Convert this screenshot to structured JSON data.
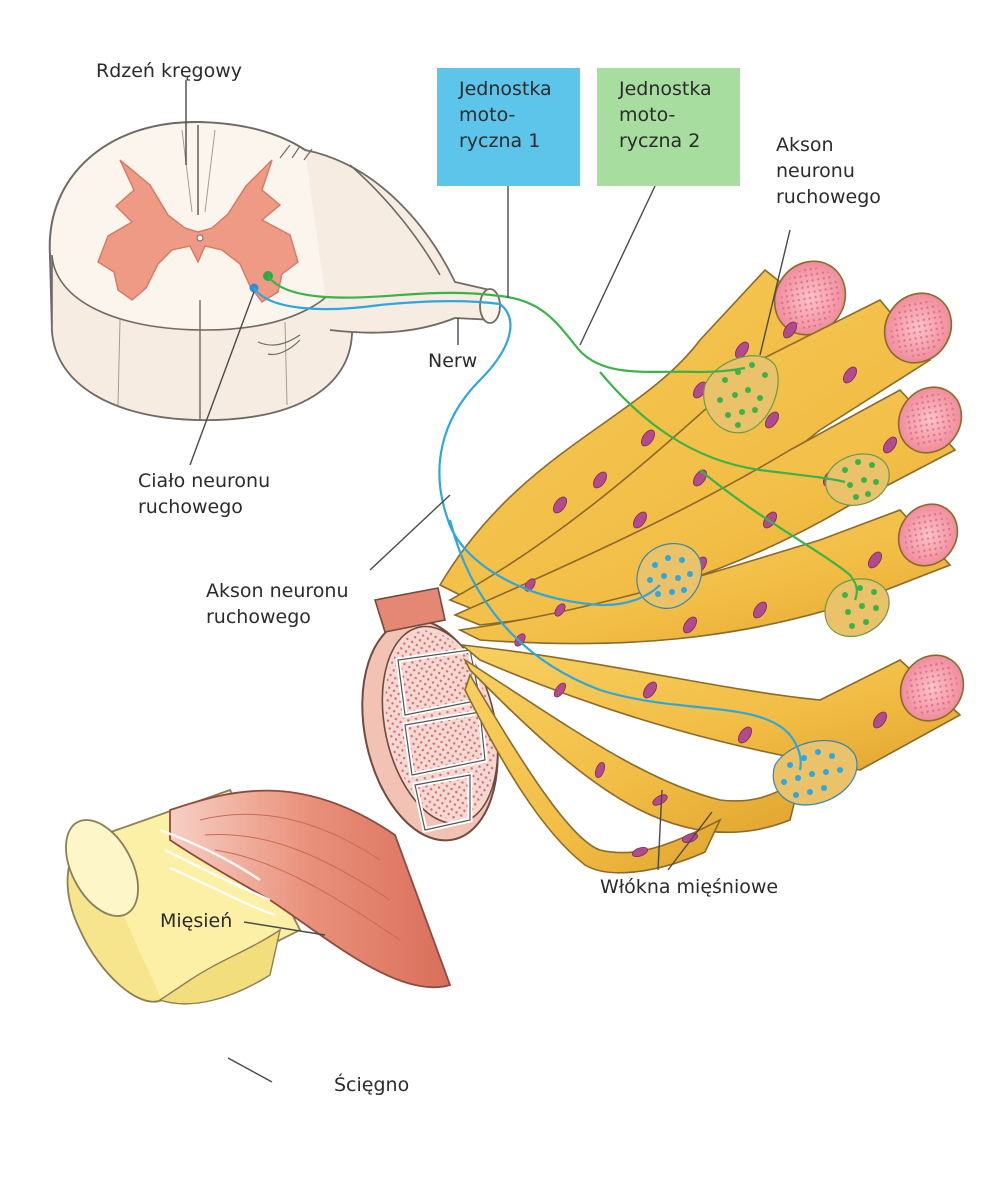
{
  "labels": {
    "spinal_cord": "Rdzeń kręgowy",
    "motor_unit_1": [
      "Jednostka",
      "moto-",
      "ryczna 1"
    ],
    "motor_unit_2": [
      "Jednostka",
      "moto-",
      "ryczna 2"
    ],
    "axon_top": [
      "Akson",
      "neuronu",
      "ruchowego"
    ],
    "nerve": "Nerw",
    "cell_body": [
      "Ciało neuronu",
      "ruchowego"
    ],
    "axon_middle": [
      "Akson neuronu",
      "ruchowego"
    ],
    "muscle": "Mięsień",
    "muscle_fibers": "Włókna mięśniowe",
    "tendon": "Ścięgno"
  },
  "colors": {
    "motor_unit_1": "#55c3e6",
    "motor_unit_2": "#9ed99a",
    "fiber": "#f3c24c",
    "fiber_end": "#f29aa6",
    "nucleus": "#b34a8c",
    "grey_matter": "#ef9a84",
    "muscle": "#e48873",
    "tendon": "#fbf0a6"
  }
}
